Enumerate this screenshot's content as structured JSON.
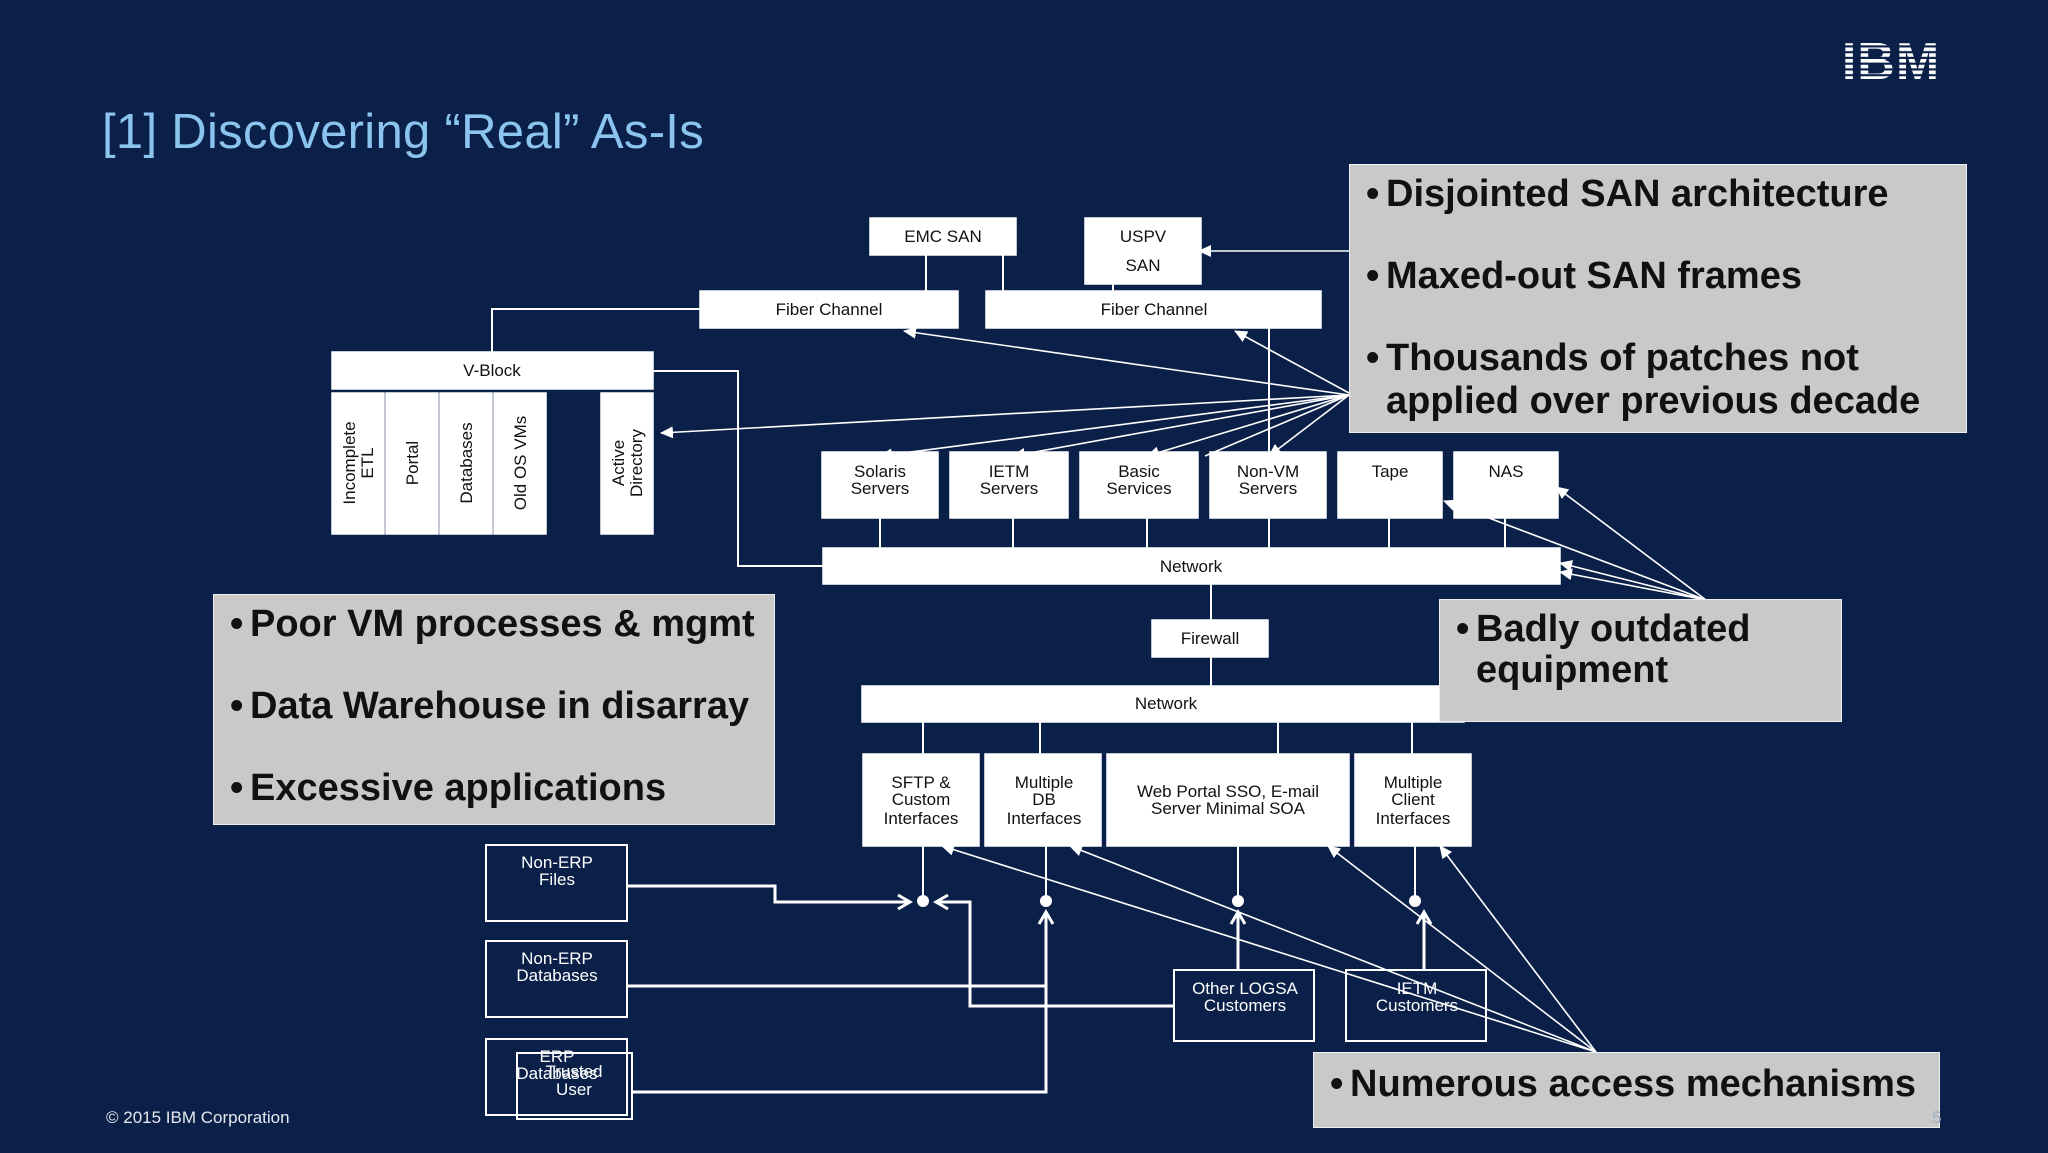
{
  "slide": {
    "title": "[1] Discovering “Real” As-Is",
    "logo_text": "IBM",
    "copyright": "© 2015 IBM Corporation",
    "page_number": "5"
  },
  "diagram": {
    "emc_san": "EMC SAN",
    "uspv_san_line1": "USPV",
    "uspv_san_line2": "SAN",
    "fiber_channel_left": "Fiber Channel",
    "fiber_channel_right": "Fiber Channel",
    "vblock": "V-Block",
    "vblock_columns": [
      "Incomplete ETL",
      "Portal",
      "Databases",
      "Old OS VMs"
    ],
    "incomplete_etl_line1": "Incomplete",
    "incomplete_etl_line2": "ETL",
    "active_directory_line1": "Active",
    "active_directory_line2": "Directory",
    "servers": [
      {
        "line1": "Solaris",
        "line2": "Servers"
      },
      {
        "line1": "IETM",
        "line2": "Servers"
      },
      {
        "line1": "Basic",
        "line2": "Services"
      },
      {
        "line1": "Non-VM",
        "line2": "Servers"
      },
      {
        "line1": "Tape",
        "line2": ""
      },
      {
        "line1": "NAS",
        "line2": ""
      }
    ],
    "network_top": "Network",
    "firewall": "Firewall",
    "network_bottom": "Network",
    "interfaces": [
      {
        "line1": "SFTP &",
        "line2": "Custom",
        "line3": "Interfaces"
      },
      {
        "line1": "Multiple",
        "line2": "DB",
        "line3": "Interfaces"
      },
      {
        "line1": "Web Portal SSO, E-mail",
        "line2": "Server Minimal SOA",
        "line3": ""
      },
      {
        "line1": "Multiple",
        "line2": "Client",
        "line3": "Interfaces"
      }
    ],
    "sources": [
      {
        "line1": "Non-ERP",
        "line2": "Files"
      },
      {
        "line1": "Non-ERP",
        "line2": "Databases"
      },
      {
        "line1": "ERP",
        "line2": "Databases"
      }
    ],
    "trusted_user_line1": "Trusted",
    "trusted_user_line2": "User",
    "other_logsa_line1": "Other LOGSA",
    "other_logsa_line2": "Customers",
    "ietm_customers_line1": "IETM",
    "ietm_customers_line2": "Customers"
  },
  "callouts": {
    "san": [
      "Disjointed SAN architecture",
      "Maxed-out SAN frames",
      "Thousands of patches not",
      "applied over previous decade"
    ],
    "vm": [
      "Poor VM processes & mgmt",
      "Data Warehouse in disarray",
      "Excessive applications"
    ],
    "equipment": [
      "Badly outdated",
      "equipment"
    ],
    "access": [
      "Numerous access mechanisms"
    ]
  },
  "colors": {
    "background": "#0b2048",
    "title": "#8ac4ef",
    "callout_fill": "#c9c9c9",
    "box_fill": "#ffffff"
  }
}
